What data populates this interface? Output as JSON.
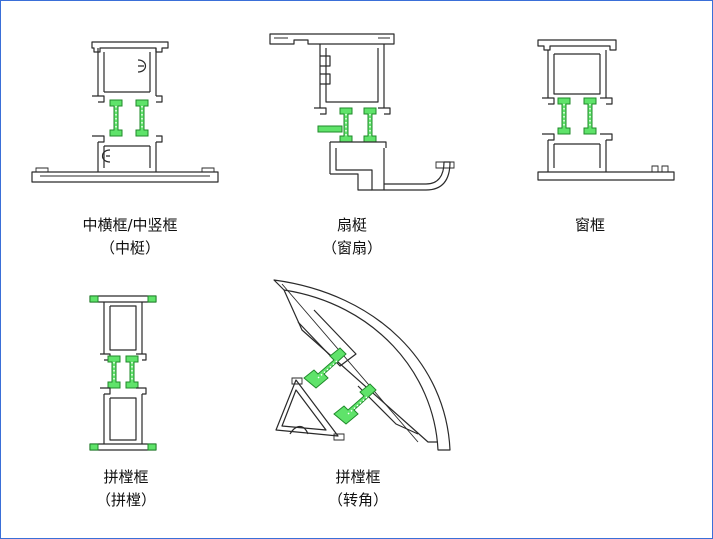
{
  "colors": {
    "border": "#3a6fd8",
    "profile_line": "#2a2a2a",
    "thermal_strip": "#5fe36a",
    "thermal_strip_edge": "#1f8a2a"
  },
  "profiles": [
    {
      "id": "mullion",
      "caption_line1": "中横框/中竖框",
      "caption_line2": "（中梃）"
    },
    {
      "id": "sash",
      "caption_line1": "扇梃",
      "caption_line2": "（窗扇）"
    },
    {
      "id": "window-frame",
      "caption_line1": "窗框",
      "caption_line2": ""
    },
    {
      "id": "coupling",
      "caption_line1": "拼樘框",
      "caption_line2": "（拼樘）"
    },
    {
      "id": "corner",
      "caption_line1": "拼樘框",
      "caption_line2": "（转角）"
    }
  ]
}
